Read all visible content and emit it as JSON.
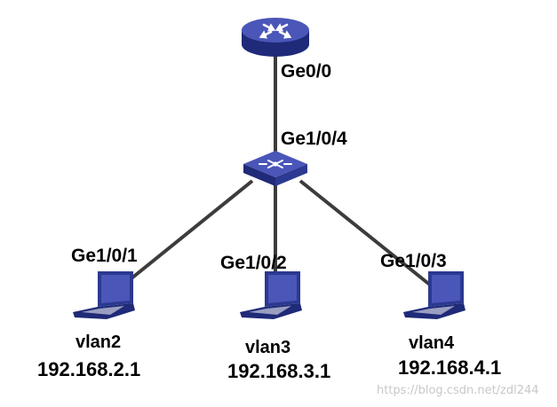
{
  "router": {
    "icon": "router-icon",
    "port_label": "Ge0/0"
  },
  "switch": {
    "icon": "switch-icon",
    "uplink_label": "Ge1/0/4"
  },
  "hosts": [
    {
      "port_label": "Ge1/0/1",
      "vlan": "vlan2",
      "ip": "192.168.2.1",
      "icon": "laptop-icon"
    },
    {
      "port_label": "Ge1/0/2",
      "vlan": "vlan3",
      "ip": "192.168.3.1",
      "icon": "laptop-icon"
    },
    {
      "port_label": "Ge1/0/3",
      "vlan": "vlan4",
      "ip": "192.168.4.1",
      "icon": "laptop-icon"
    }
  ],
  "watermark": "https://blog.csdn.net/zdl244",
  "colors": {
    "device_blue": "#2b3990",
    "device_light": "#4a56b8",
    "link": "#3c3c3c"
  }
}
